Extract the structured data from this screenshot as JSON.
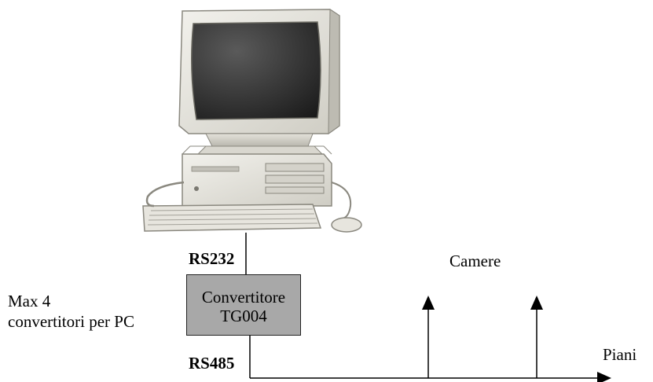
{
  "labels": {
    "rs232": "RS232",
    "rs485": "RS485",
    "camere": "Camere",
    "piani": "Piani",
    "max_line1": "Max 4",
    "max_line2": "convertitori per PC",
    "converter_line1": "Convertitore",
    "converter_line2": "TG004"
  },
  "icons": {
    "computer": "desktop-computer-icon",
    "arrow_up": "arrow-up-icon",
    "arrow_right": "arrow-right-icon"
  },
  "colors": {
    "converter_fill": "#a8a8a8",
    "line": "#000000"
  }
}
